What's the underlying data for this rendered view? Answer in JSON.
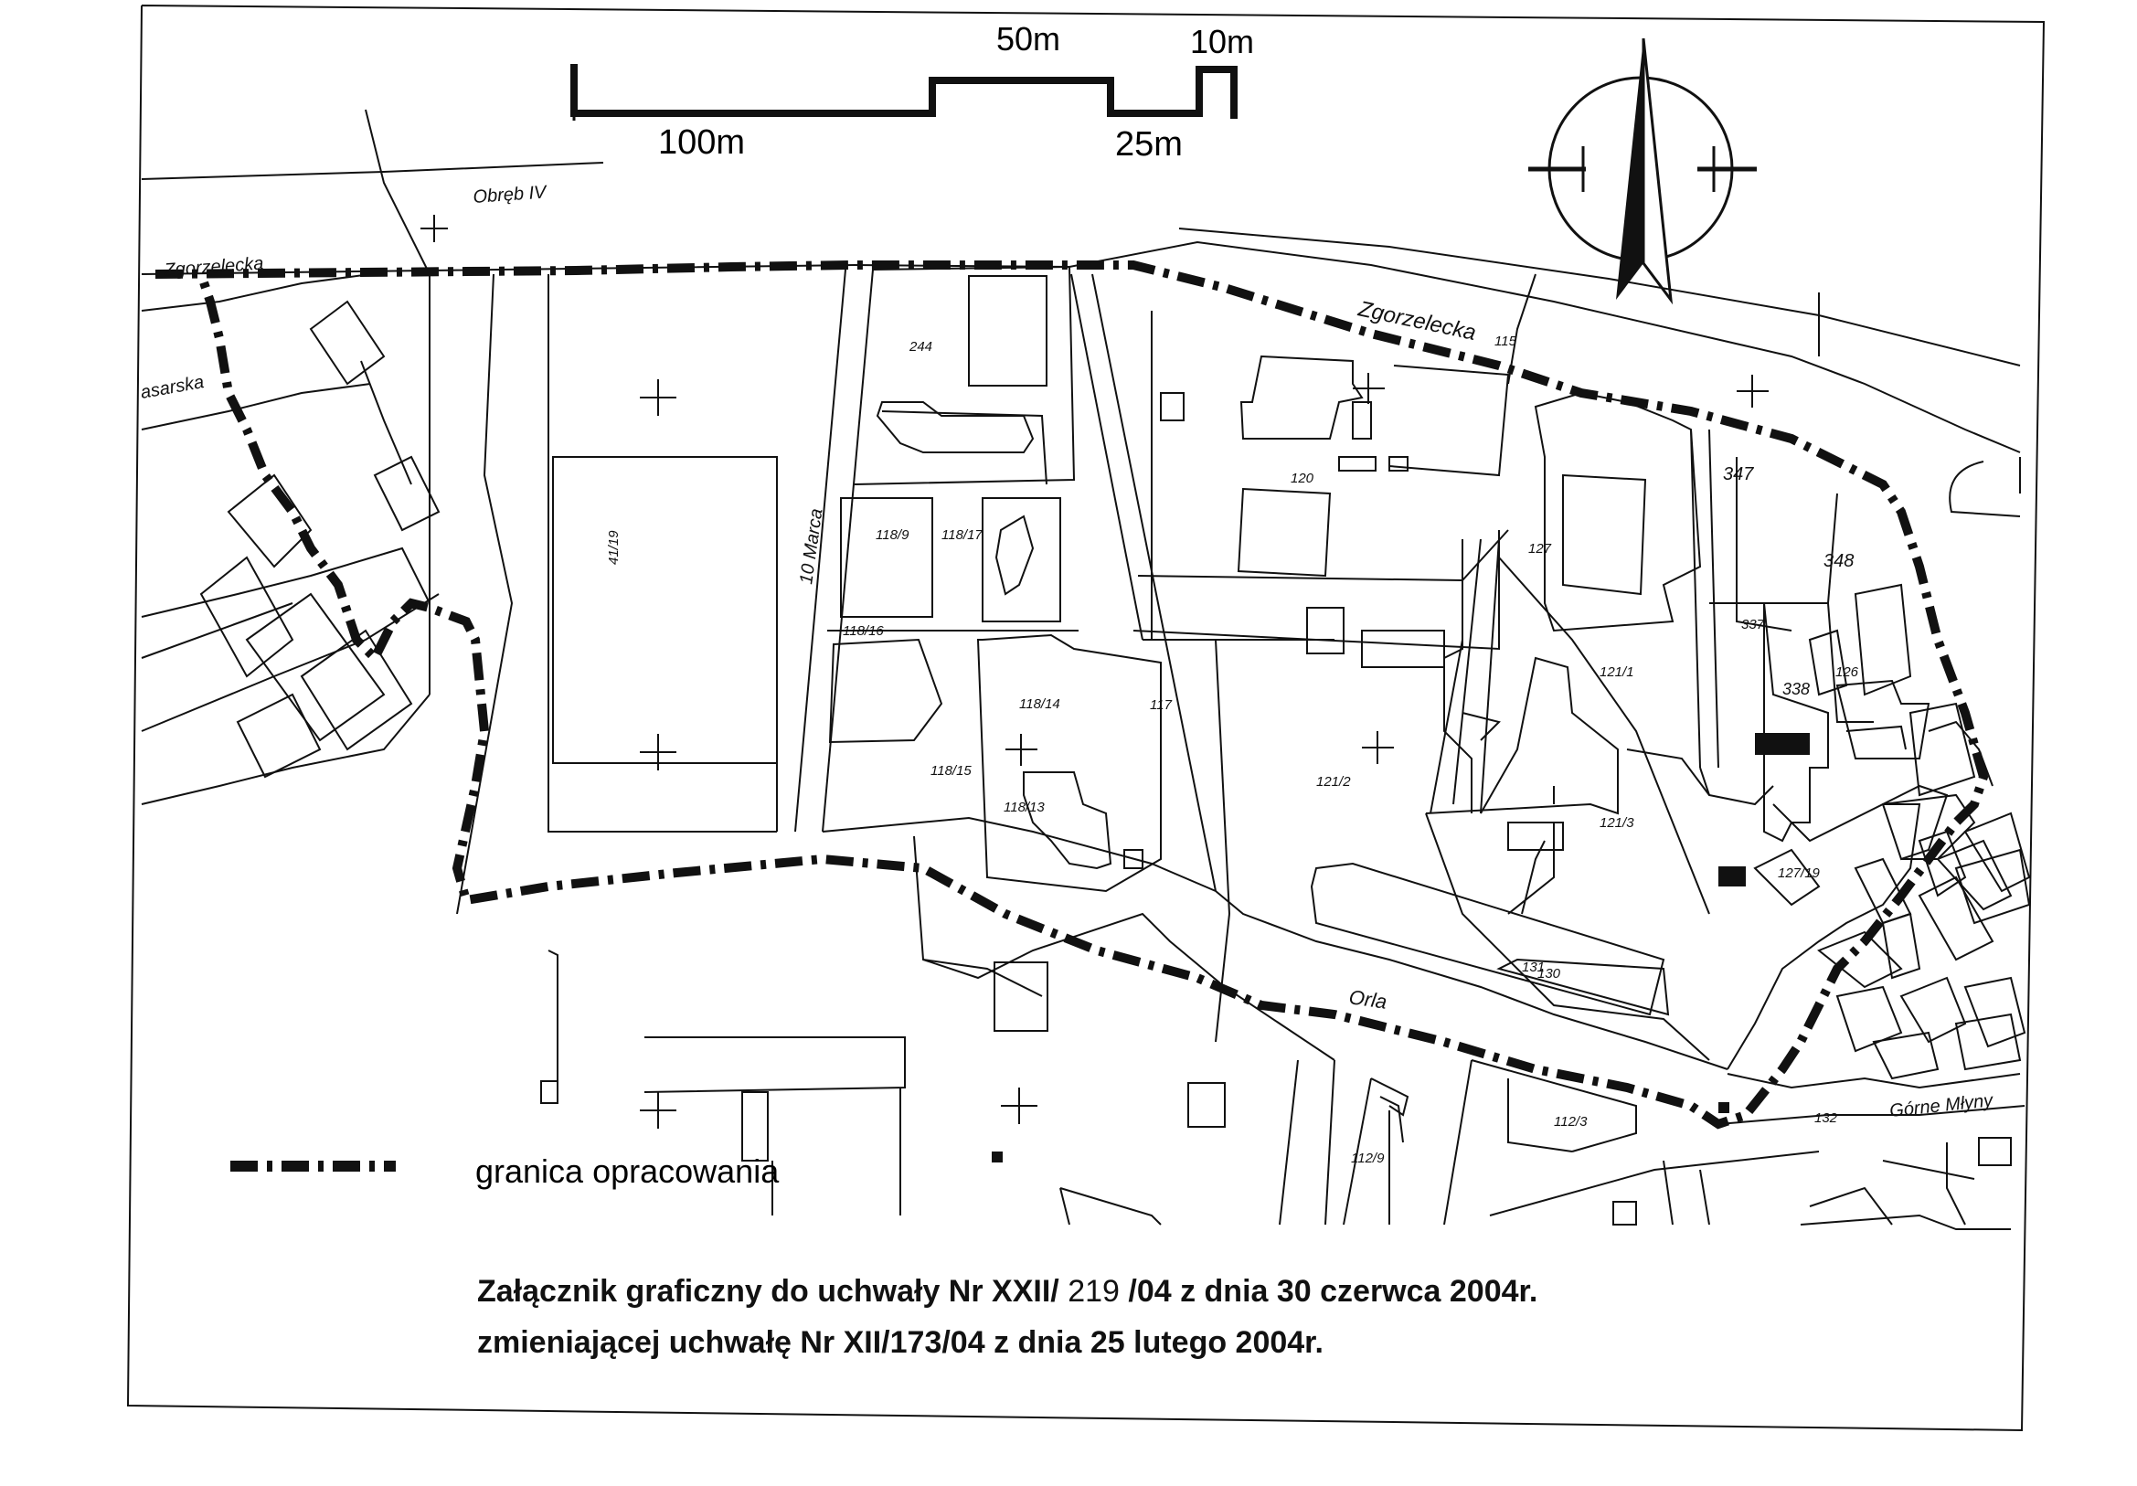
{
  "scale_bar": {
    "label_50m": "50m",
    "label_10m": "10m",
    "label_100m": "100m",
    "label_25m": "25m"
  },
  "streets": {
    "zgorzelecka_top": "Zgorzelecka",
    "zgorzelecka_left": "Zgorzelecka",
    "obreb": "Obręb IV",
    "asarska": "asarska",
    "orla": "Orla",
    "gorne_mlyny": "Górne Młyny",
    "marca": "10 Marca"
  },
  "parcels": {
    "p244": "244",
    "p115": "115",
    "p347": "347",
    "p348": "348",
    "p127": "127",
    "p130": "130",
    "p131": "131",
    "p132": "132",
    "p126": "126",
    "p120": "120",
    "p118_9": "118/9",
    "p118_17": "118/17",
    "p118_16": "118/16",
    "p118_14": "118/14",
    "p118_15": "118/15",
    "p118_13": "118/13",
    "p121_1": "121/1",
    "p121_2": "121/2",
    "p121_3": "121/3",
    "p127_19": "127/19",
    "p112_9": "112/9",
    "p112_3": "112/3",
    "p337": "337",
    "p338": "338",
    "p41_19": "41/19",
    "p117": "117"
  },
  "legend": {
    "boundary_label": "granica opracowania"
  },
  "caption": {
    "line1_prefix": "Załącznik graficzny do uchwały Nr XXII/ ",
    "line1_number": "219",
    "line1_suffix": "  /04 z dnia 30 czerwca 2004r.",
    "line2": "zmieniającej uchwałę Nr XII/173/04 z dnia 25 lutego 2004r."
  }
}
